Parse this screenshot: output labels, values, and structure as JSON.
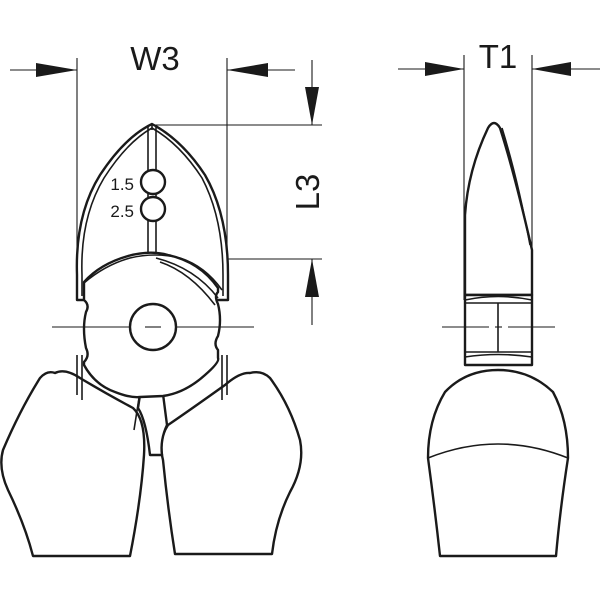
{
  "drawing": {
    "title": "Diagonal cutting pliers – technical dimension drawing",
    "colors": {
      "line": "#1a1a1a",
      "background": "#ffffff"
    }
  },
  "dimensions": {
    "width_jaw": {
      "label": "W3"
    },
    "thickness": {
      "label": "T1"
    },
    "length_jaw": {
      "label": "L3"
    }
  },
  "crimp_holes": [
    {
      "label": "1.5"
    },
    {
      "label": "2.5"
    }
  ],
  "views": {
    "front": {
      "name": "front-view"
    },
    "side": {
      "name": "side-view"
    }
  }
}
